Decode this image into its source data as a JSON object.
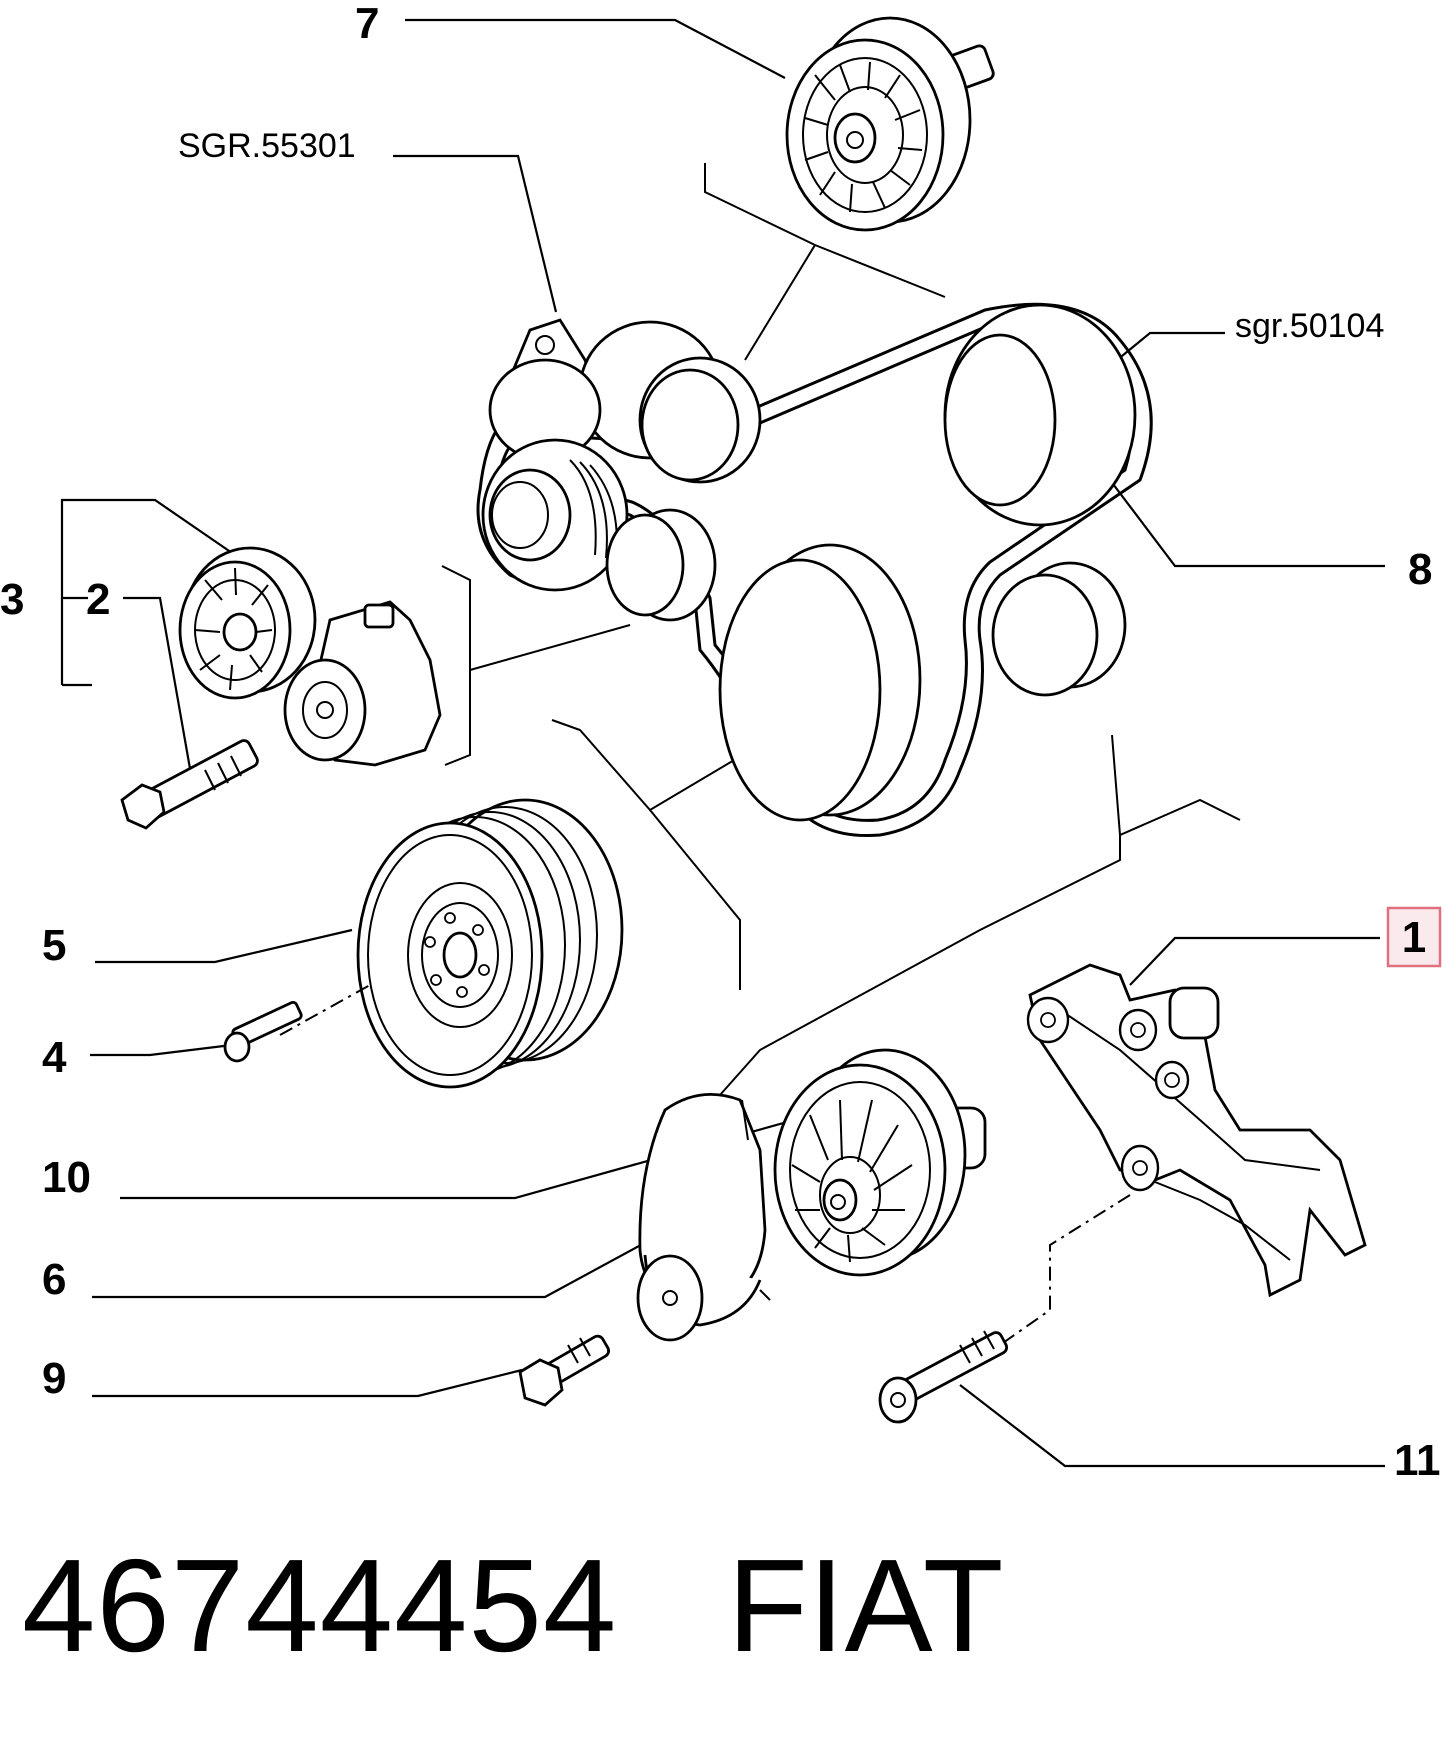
{
  "callouts": {
    "c1": "1",
    "c2": "2",
    "c3": "3",
    "c4": "4",
    "c5": "5",
    "c6": "6",
    "c7": "7",
    "c8": "8",
    "c9": "9",
    "c10": "10",
    "c11": "11"
  },
  "references": {
    "sgr55301": "SGR.55301",
    "sgr50104": "sgr.50104"
  },
  "footer": {
    "part_number": "46744454",
    "brand": "FIAT"
  },
  "highlight": {
    "callout": "1",
    "color": "#e07080"
  }
}
